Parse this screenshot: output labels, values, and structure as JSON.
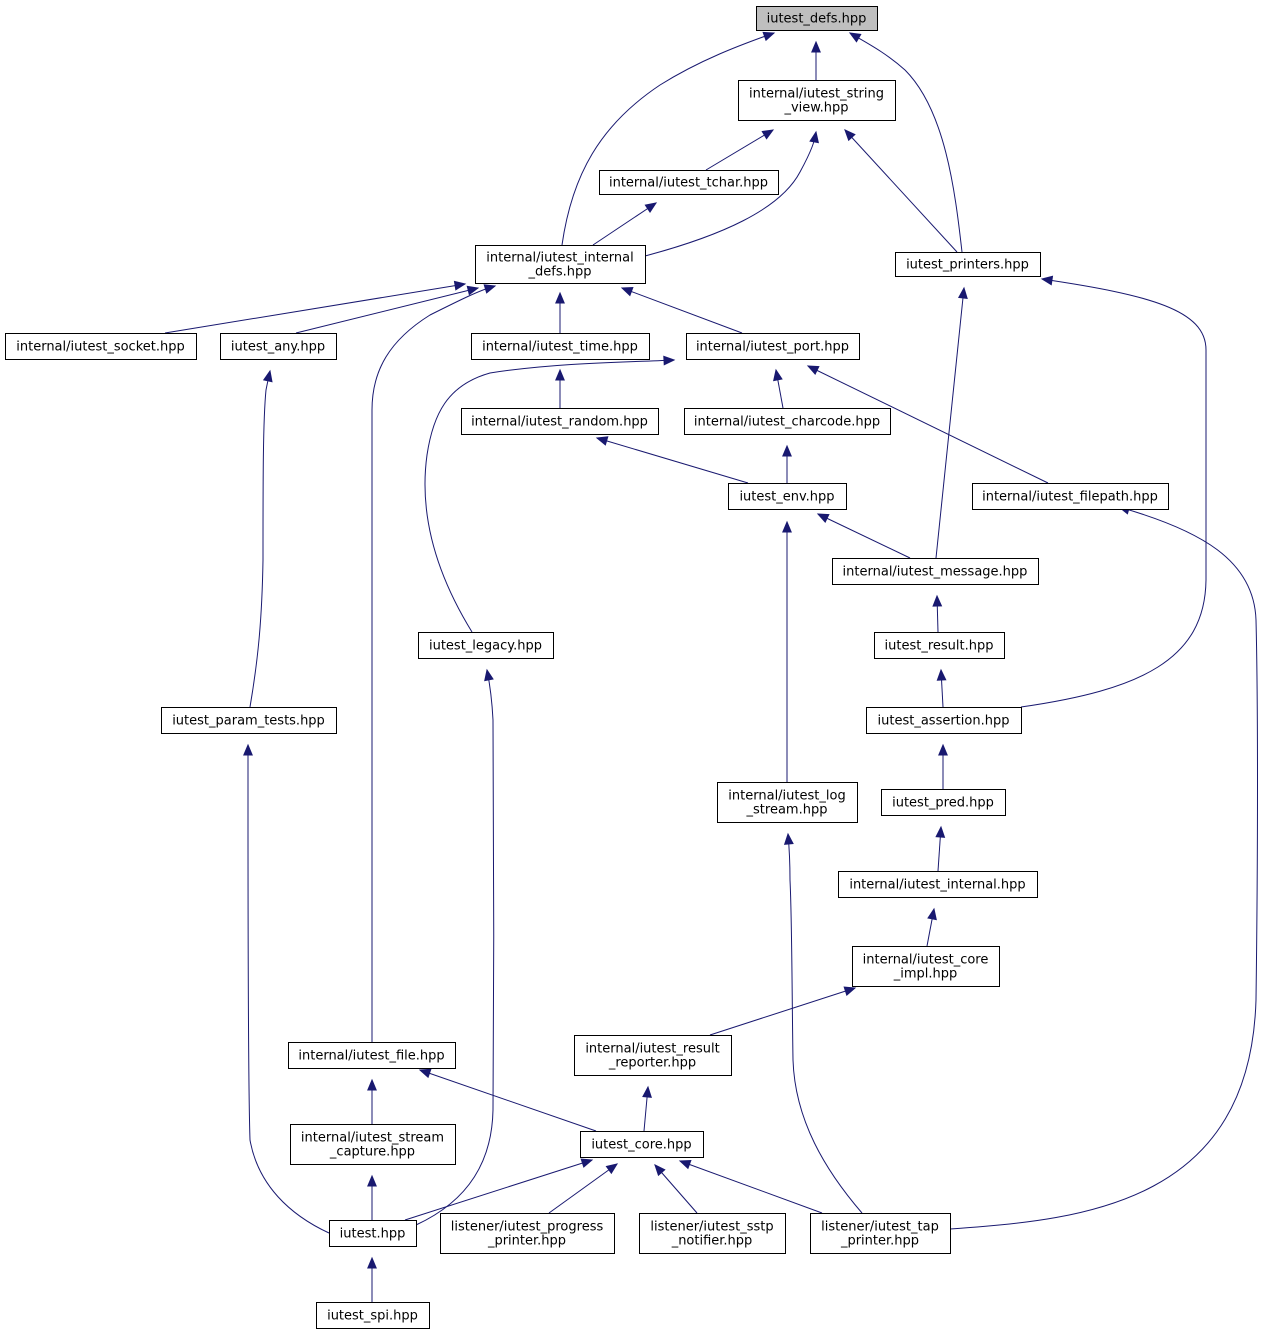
{
  "diagram": {
    "type": "include-dependency-graph",
    "colors": {
      "edge": "#191970",
      "root_fill": "#bfbfbf",
      "node_fill": "#ffffff",
      "node_border": "#000000"
    },
    "nodes": [
      {
        "id": "defs",
        "lines": [
          "iutest_defs.hpp"
        ],
        "root": true
      },
      {
        "id": "string_view",
        "lines": [
          "internal/iutest_string",
          "_view.hpp"
        ]
      },
      {
        "id": "tchar",
        "lines": [
          "internal/iutest_tchar.hpp"
        ]
      },
      {
        "id": "internal_defs",
        "lines": [
          "internal/iutest_internal",
          "_defs.hpp"
        ]
      },
      {
        "id": "printers",
        "lines": [
          "iutest_printers.hpp"
        ]
      },
      {
        "id": "socket",
        "lines": [
          "internal/iutest_socket.hpp"
        ]
      },
      {
        "id": "any",
        "lines": [
          "iutest_any.hpp"
        ]
      },
      {
        "id": "time",
        "lines": [
          "internal/iutest_time.hpp"
        ]
      },
      {
        "id": "port",
        "lines": [
          "internal/iutest_port.hpp"
        ]
      },
      {
        "id": "random",
        "lines": [
          "internal/iutest_random.hpp"
        ]
      },
      {
        "id": "charcode",
        "lines": [
          "internal/iutest_charcode.hpp"
        ]
      },
      {
        "id": "env",
        "lines": [
          "iutest_env.hpp"
        ]
      },
      {
        "id": "filepath",
        "lines": [
          "internal/iutest_filepath.hpp"
        ]
      },
      {
        "id": "message",
        "lines": [
          "internal/iutest_message.hpp"
        ]
      },
      {
        "id": "legacy",
        "lines": [
          "iutest_legacy.hpp"
        ]
      },
      {
        "id": "result",
        "lines": [
          "iutest_result.hpp"
        ]
      },
      {
        "id": "param_tests",
        "lines": [
          "iutest_param_tests.hpp"
        ]
      },
      {
        "id": "assertion",
        "lines": [
          "iutest_assertion.hpp"
        ]
      },
      {
        "id": "log_stream",
        "lines": [
          "internal/iutest_log",
          "_stream.hpp"
        ]
      },
      {
        "id": "pred",
        "lines": [
          "iutest_pred.hpp"
        ]
      },
      {
        "id": "internal",
        "lines": [
          "internal/iutest_internal.hpp"
        ]
      },
      {
        "id": "core_impl",
        "lines": [
          "internal/iutest_core",
          "_impl.hpp"
        ]
      },
      {
        "id": "file",
        "lines": [
          "internal/iutest_file.hpp"
        ]
      },
      {
        "id": "result_reporter",
        "lines": [
          "internal/iutest_result",
          "_reporter.hpp"
        ]
      },
      {
        "id": "stream_capture",
        "lines": [
          "internal/iutest_stream",
          "_capture.hpp"
        ]
      },
      {
        "id": "core",
        "lines": [
          "iutest_core.hpp"
        ]
      },
      {
        "id": "iutest",
        "lines": [
          "iutest.hpp"
        ]
      },
      {
        "id": "progress_printer",
        "lines": [
          "listener/iutest_progress",
          "_printer.hpp"
        ]
      },
      {
        "id": "sstp_notifier",
        "lines": [
          "listener/iutest_sstp",
          "_notifier.hpp"
        ]
      },
      {
        "id": "tap_printer",
        "lines": [
          "listener/iutest_tap",
          "_printer.hpp"
        ]
      },
      {
        "id": "spi",
        "lines": [
          "iutest_spi.hpp"
        ]
      }
    ],
    "edges": [
      {
        "from": "string_view",
        "to": "defs"
      },
      {
        "from": "internal_defs",
        "to": "defs"
      },
      {
        "from": "printers",
        "to": "defs"
      },
      {
        "from": "tchar",
        "to": "string_view"
      },
      {
        "from": "internal_defs",
        "to": "string_view"
      },
      {
        "from": "printers",
        "to": "string_view"
      },
      {
        "from": "internal_defs",
        "to": "tchar"
      },
      {
        "from": "socket",
        "to": "internal_defs"
      },
      {
        "from": "any",
        "to": "internal_defs"
      },
      {
        "from": "time",
        "to": "internal_defs"
      },
      {
        "from": "port",
        "to": "internal_defs"
      },
      {
        "from": "file",
        "to": "internal_defs"
      },
      {
        "from": "param_tests",
        "to": "any"
      },
      {
        "from": "random",
        "to": "time"
      },
      {
        "from": "charcode",
        "to": "port"
      },
      {
        "from": "filepath",
        "to": "port"
      },
      {
        "from": "legacy",
        "to": "port"
      },
      {
        "from": "env",
        "to": "random"
      },
      {
        "from": "env",
        "to": "charcode"
      },
      {
        "from": "message",
        "to": "env"
      },
      {
        "from": "log_stream",
        "to": "env"
      },
      {
        "from": "message",
        "to": "printers"
      },
      {
        "from": "assertion",
        "to": "printers"
      },
      {
        "from": "result",
        "to": "message"
      },
      {
        "from": "assertion",
        "to": "result"
      },
      {
        "from": "pred",
        "to": "assertion"
      },
      {
        "from": "internal",
        "to": "pred"
      },
      {
        "from": "core_impl",
        "to": "internal"
      },
      {
        "from": "result_reporter",
        "to": "core_impl"
      },
      {
        "from": "core",
        "to": "result_reporter"
      },
      {
        "from": "stream_capture",
        "to": "file"
      },
      {
        "from": "core",
        "to": "file"
      },
      {
        "from": "iutest",
        "to": "stream_capture"
      },
      {
        "from": "iutest",
        "to": "core"
      },
      {
        "from": "progress_printer",
        "to": "core"
      },
      {
        "from": "sstp_notifier",
        "to": "core"
      },
      {
        "from": "tap_printer",
        "to": "core"
      },
      {
        "from": "tap_printer",
        "to": "log_stream"
      },
      {
        "from": "tap_printer",
        "to": "filepath"
      },
      {
        "from": "iutest",
        "to": "param_tests"
      },
      {
        "from": "iutest",
        "to": "legacy"
      },
      {
        "from": "spi",
        "to": "iutest"
      }
    ]
  }
}
